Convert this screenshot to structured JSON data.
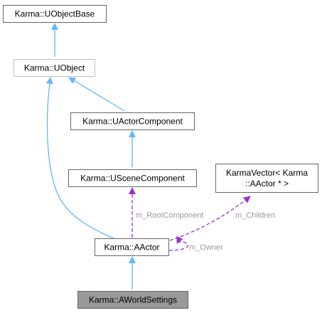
{
  "nodes": {
    "uobjectbase": "Karma::UObjectBase",
    "uobject": "Karma::UObject",
    "uactorcomponent": "Karma::UActorComponent",
    "uscenecomponent": "Karma::USceneComponent",
    "karmavector_line1": "KarmaVector< Karma",
    "karmavector_line2": "::AActor * >",
    "aactor": "Karma::AActor",
    "aworldsettings": "Karma::AWorldSettings"
  },
  "edge_labels": {
    "root_component": "m_RootComponent",
    "children": "m_Children",
    "owner": "m_Owner"
  },
  "colors": {
    "inheritance_edge": "#63b8ff",
    "member_edge": "#9a32cd",
    "focus_node_fill": "#999999",
    "node_border": "#666666",
    "edge_label_text": "#9a9a9a"
  }
}
